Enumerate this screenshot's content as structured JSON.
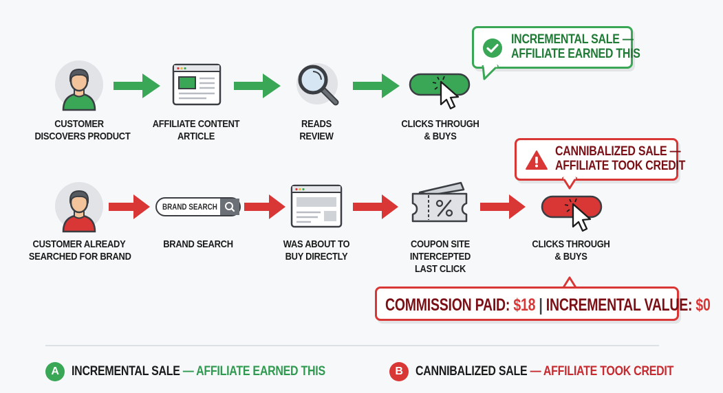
{
  "colors": {
    "green": "#3aa757",
    "green_dark": "#1e7a35",
    "green_text": "#2f9a4f",
    "red": "#d93636",
    "red_dark": "#7a1016",
    "red_text": "#c62a2f",
    "outline": "#3a3d42",
    "background": "#f6f8fa"
  },
  "row_a": {
    "steps": [
      {
        "id": "customer",
        "icon": "person-icon",
        "line1": "CUSTOMER",
        "line2": "DISCOVERS PRODUCT"
      },
      {
        "id": "article",
        "icon": "browser-article-icon",
        "line1": "AFFILIATE CONTENT",
        "line2": "ARTICLE"
      },
      {
        "id": "review",
        "icon": "magnifier-icon",
        "line1": "READS",
        "line2": "REVIEW"
      },
      {
        "id": "click",
        "icon": "click-button-icon",
        "line1": "CLICKS THROUGH",
        "line2": "& BUYS"
      }
    ],
    "callout": {
      "icon": "check-circle-icon",
      "line1": "INCREMENTAL SALE —",
      "line2": "AFFILIATE EARNED THIS"
    }
  },
  "row_b": {
    "steps": [
      {
        "id": "customer",
        "icon": "person-icon",
        "line1": "CUSTOMER ALREADY",
        "line2": "SEARCHED FOR BRAND"
      },
      {
        "id": "search",
        "icon": "search-bar-icon",
        "search_text": "BRAND SEARCH",
        "line1": "BRAND SEARCH"
      },
      {
        "id": "direct",
        "icon": "browser-page-icon",
        "line1": "WAS ABOUT TO",
        "line2": "BUY DIRECTLY"
      },
      {
        "id": "coupon",
        "icon": "coupon-ticket-icon",
        "line1": "COUPON SITE",
        "line2": "INTERCEPTED",
        "line3": "LAST CLICK"
      },
      {
        "id": "click",
        "icon": "click-button-icon",
        "line1": "CLICKS THROUGH",
        "line2": "& BUYS"
      }
    ],
    "callout": {
      "icon": "warning-triangle-icon",
      "line1": "CANNIBALIZED SALE —",
      "line2": "AFFILIATE TOOK CREDIT"
    },
    "commission": {
      "paid_label": "COMMISSION PAID:",
      "paid_value": "$18",
      "separator": "|",
      "incremental_label": "INCREMENTAL VALUE:",
      "incremental_value": "$0"
    }
  },
  "legend": [
    {
      "badge": "A",
      "main": "INCREMENTAL SALE",
      "dash": "—",
      "sub": "AFFILIATE EARNED THIS"
    },
    {
      "badge": "B",
      "main": "CANNIBALIZED SALE",
      "dash": "—",
      "sub": "AFFILIATE TOOK CREDIT"
    }
  ]
}
